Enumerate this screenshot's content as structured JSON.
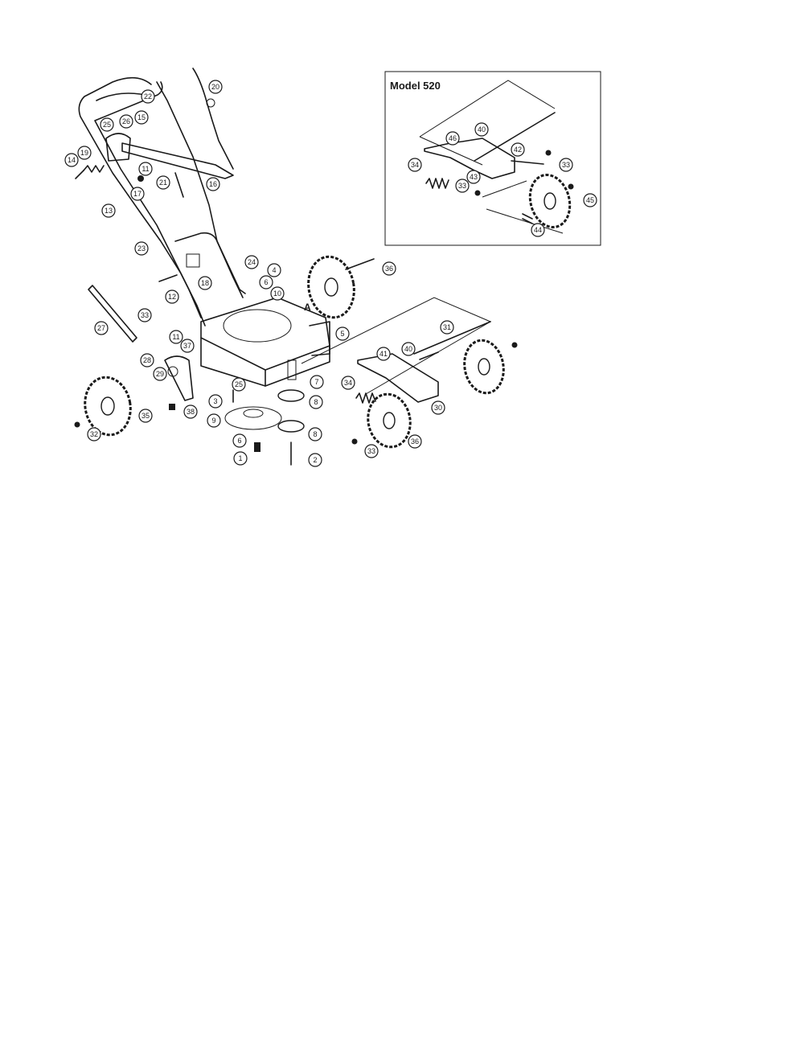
{
  "inset": {
    "title": "Model 520"
  },
  "reference_label": "A",
  "callouts": [
    {
      "id": "1",
      "label": "1"
    },
    {
      "id": "2",
      "label": "2"
    },
    {
      "id": "3",
      "label": "3"
    },
    {
      "id": "4",
      "label": "4"
    },
    {
      "id": "5",
      "label": "5"
    },
    {
      "id": "6a",
      "label": "6"
    },
    {
      "id": "6b",
      "label": "6"
    },
    {
      "id": "7",
      "label": "7"
    },
    {
      "id": "8a",
      "label": "8"
    },
    {
      "id": "8b",
      "label": "8"
    },
    {
      "id": "9",
      "label": "9"
    },
    {
      "id": "10",
      "label": "10"
    },
    {
      "id": "11a",
      "label": "11"
    },
    {
      "id": "11b",
      "label": "11"
    },
    {
      "id": "12",
      "label": "12"
    },
    {
      "id": "13",
      "label": "13"
    },
    {
      "id": "14",
      "label": "14"
    },
    {
      "id": "15",
      "label": "15"
    },
    {
      "id": "16",
      "label": "16"
    },
    {
      "id": "17",
      "label": "17"
    },
    {
      "id": "18",
      "label": "18"
    },
    {
      "id": "19",
      "label": "19"
    },
    {
      "id": "20",
      "label": "20"
    },
    {
      "id": "21",
      "label": "21"
    },
    {
      "id": "22",
      "label": "22"
    },
    {
      "id": "23",
      "label": "23"
    },
    {
      "id": "24",
      "label": "24"
    },
    {
      "id": "25a",
      "label": "25"
    },
    {
      "id": "25b",
      "label": "25"
    },
    {
      "id": "26",
      "label": "26"
    },
    {
      "id": "27",
      "label": "27"
    },
    {
      "id": "28",
      "label": "28"
    },
    {
      "id": "29",
      "label": "29"
    },
    {
      "id": "30",
      "label": "30"
    },
    {
      "id": "31",
      "label": "31"
    },
    {
      "id": "32",
      "label": "32"
    },
    {
      "id": "33a",
      "label": "33"
    },
    {
      "id": "33b",
      "label": "33"
    },
    {
      "id": "33c",
      "label": "33"
    },
    {
      "id": "33d",
      "label": "33"
    },
    {
      "id": "34a",
      "label": "34"
    },
    {
      "id": "34b",
      "label": "34"
    },
    {
      "id": "35",
      "label": "35"
    },
    {
      "id": "36a",
      "label": "36"
    },
    {
      "id": "36b",
      "label": "36"
    },
    {
      "id": "37",
      "label": "37"
    },
    {
      "id": "38",
      "label": "38"
    },
    {
      "id": "40a",
      "label": "40"
    },
    {
      "id": "40b",
      "label": "40"
    },
    {
      "id": "41",
      "label": "41"
    },
    {
      "id": "42",
      "label": "42"
    },
    {
      "id": "43",
      "label": "43"
    },
    {
      "id": "44",
      "label": "44"
    },
    {
      "id": "45",
      "label": "45"
    },
    {
      "id": "46",
      "label": "46"
    }
  ]
}
